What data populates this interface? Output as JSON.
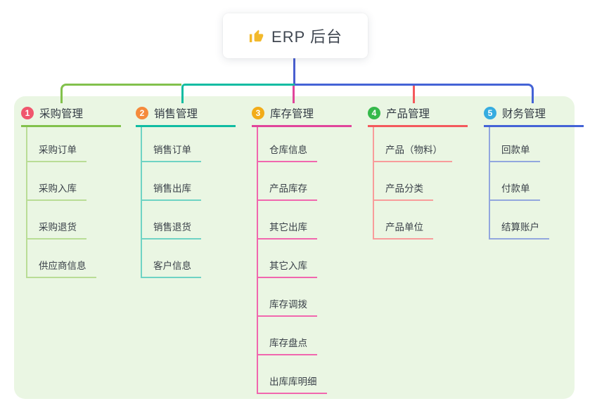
{
  "root": {
    "title": "ERP 后台",
    "icon": "thumbs-up-icon",
    "icon_color": "#f2b92c"
  },
  "connector": {
    "stem_color": "#4a5fd0"
  },
  "panel": {
    "background": "#eaf6e3"
  },
  "branches": [
    {
      "badge": "1",
      "title": "采购管理",
      "color": "#82c14c",
      "badge_color": "#f0566d",
      "child_color": "#b9dd96",
      "children": [
        "采购订单",
        "采购入库",
        "采购退货",
        "供应商信息"
      ]
    },
    {
      "badge": "2",
      "title": "销售管理",
      "color": "#10bca2",
      "badge_color": "#f58a3c",
      "child_color": "#6fd3c4",
      "children": [
        "销售订单",
        "销售出库",
        "销售退货",
        "客户信息"
      ]
    },
    {
      "badge": "3",
      "title": "库存管理",
      "color": "#e0459b",
      "badge_color": "#f2ac19",
      "child_color": "#f167ae",
      "children": [
        "仓库信息",
        "产品库存",
        "其它出库",
        "其它入库",
        "库存调拨",
        "库存盘点",
        "出库库明细"
      ]
    },
    {
      "badge": "4",
      "title": "产品管理",
      "color": "#f4595c",
      "badge_color": "#35b94b",
      "child_color": "#f89c9b",
      "children": [
        "产品（物料）",
        "产品分类",
        "产品单位"
      ]
    },
    {
      "badge": "5",
      "title": "财务管理",
      "color": "#4463d6",
      "badge_color": "#36ace0",
      "child_color": "#92a7de",
      "children": [
        "回款单",
        "付款单",
        "结算账户"
      ]
    }
  ]
}
